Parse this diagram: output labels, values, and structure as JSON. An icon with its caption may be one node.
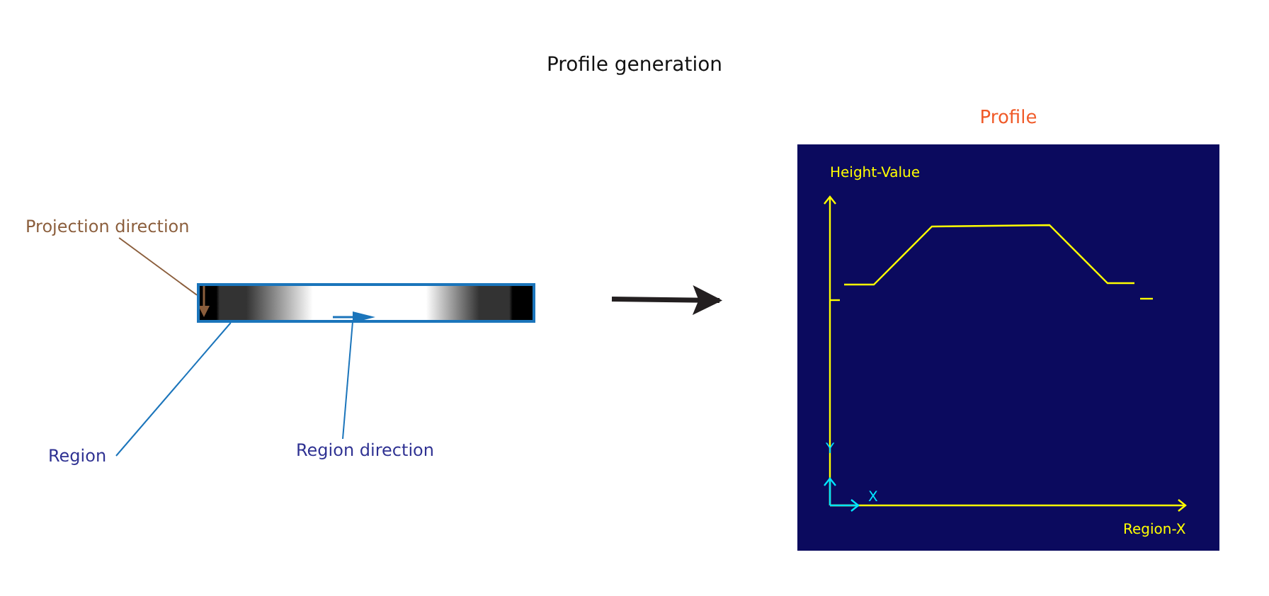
{
  "diagram": {
    "title": "Profile generation",
    "nodes": [
      {
        "text": [
          "Projection direction"
        ]
      },
      {
        "text": [],
        "shape": "bar"
      },
      {
        "text": [
          "Region"
        ]
      },
      {
        "text": [
          "Region direction"
        ]
      },
      {
        "text": [
          "Profile"
        ]
      }
    ],
    "edges": [
      {
        "from": 0,
        "to": 1,
        "arrow": "none",
        "color": "#8b5e3c"
      },
      {
        "from": 2,
        "to": 1,
        "arrow": "none",
        "color": "#1b75bb"
      },
      {
        "from": 3,
        "to": 1,
        "arrow": "none",
        "color": "#1b75bb"
      },
      {
        "from": 1,
        "to": 4,
        "arrow": "to",
        "style": "thick",
        "color": "#231f20"
      }
    ],
    "labels": [
      "Height-Value",
      "Y",
      "X",
      "Region-X"
    ]
  }
}
